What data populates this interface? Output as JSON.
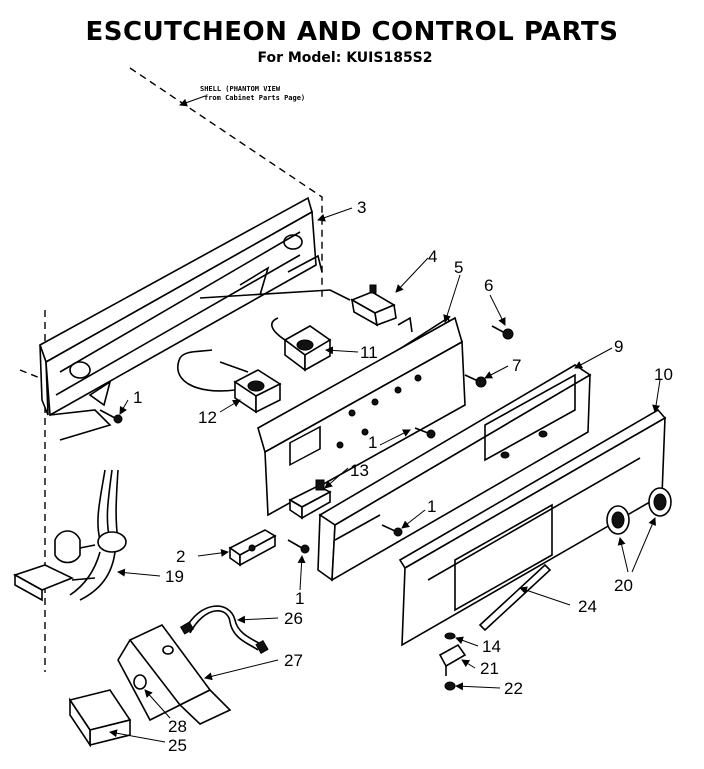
{
  "title": "ESCUTCHEON AND CONTROL PARTS",
  "subtitle": "For Model: KUIS185S2",
  "note": {
    "line1": "SHELL (PHANTOM VIEW",
    "line2": "from Cabinet Parts Page)"
  },
  "callouts": {
    "c1a": "1",
    "c1b": "1",
    "c1c": "1",
    "c1d": "1",
    "c2": "2",
    "c3": "3",
    "c4": "4",
    "c5": "5",
    "c6": "6",
    "c7": "7",
    "c9": "9",
    "c10": "10",
    "c11": "11",
    "c12": "12",
    "c13": "13",
    "c14": "14",
    "c19": "19",
    "c20": "20",
    "c21": "21",
    "c22": "22",
    "c24": "24",
    "c25": "25",
    "c26": "26",
    "c27": "27",
    "c28": "28"
  }
}
